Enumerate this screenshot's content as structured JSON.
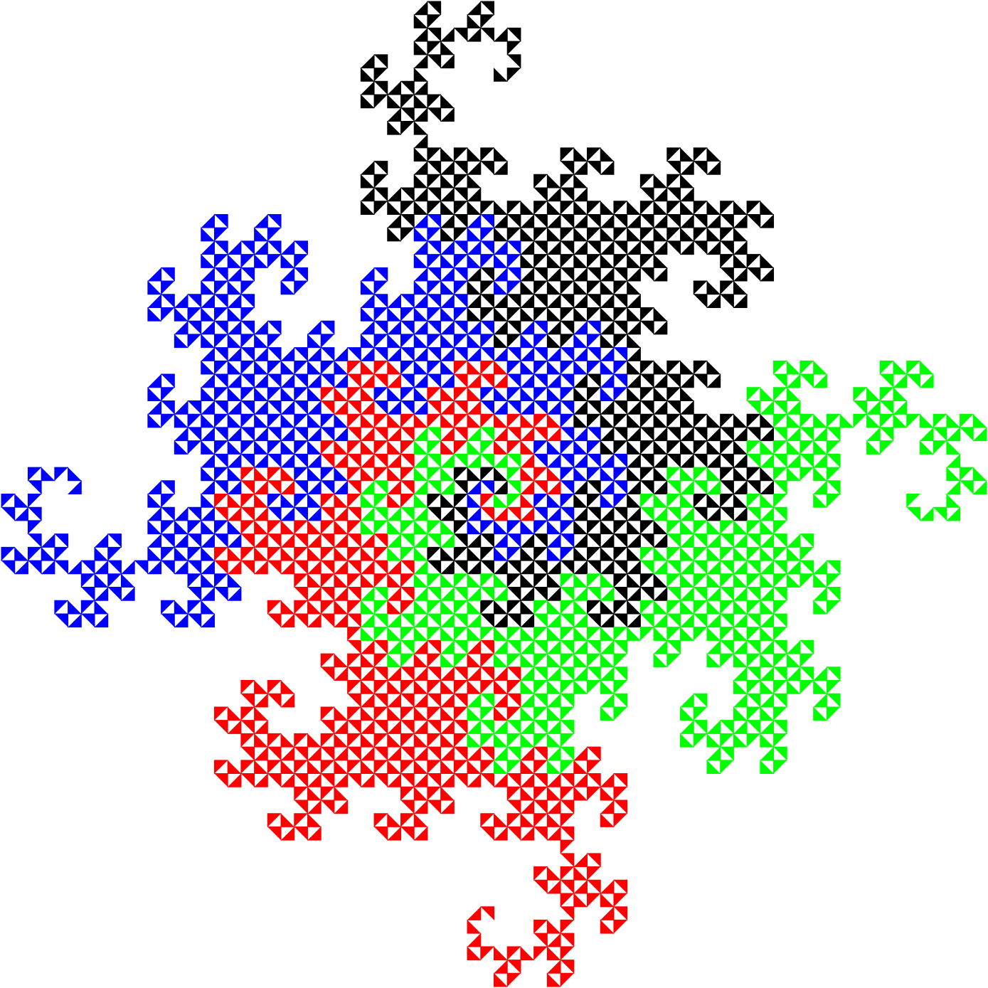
{
  "figure": {
    "kind": "dragon-curve-tiling",
    "background": "#ffffff",
    "iterations": 10,
    "curves": [
      {
        "name": "black",
        "color": "#000000"
      },
      {
        "name": "blue",
        "color": "#0000ff"
      },
      {
        "name": "red",
        "color": "#ff0000"
      },
      {
        "name": "green",
        "color": "#00ff00"
      }
    ]
  }
}
